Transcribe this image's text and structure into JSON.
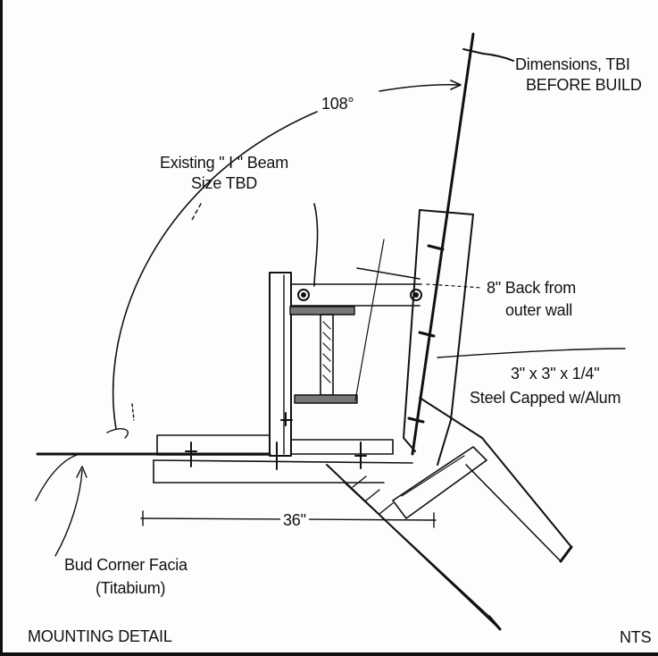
{
  "labels": {
    "dimensions_line1": "Dimensions, TBI",
    "dimensions_line2": "BEFORE BUILD",
    "angle": "108°",
    "beam_line1": "Existing \" I \" Beam",
    "beam_line2": "Size TBD",
    "back_line1": "8\" Back from",
    "back_line2": "outer wall",
    "steel_line1": "3\" x 3\" x 1/4\"",
    "steel_line2": "Steel Capped w/Alum",
    "width_dim": "36\"",
    "facia_line1": "Bud Corner Facia",
    "facia_line2": "(Titabium)",
    "title": "MOUNTING DETAIL",
    "scale": "NTS"
  },
  "colors": {
    "ink": "#111111",
    "paper": "#fdfdfb"
  }
}
